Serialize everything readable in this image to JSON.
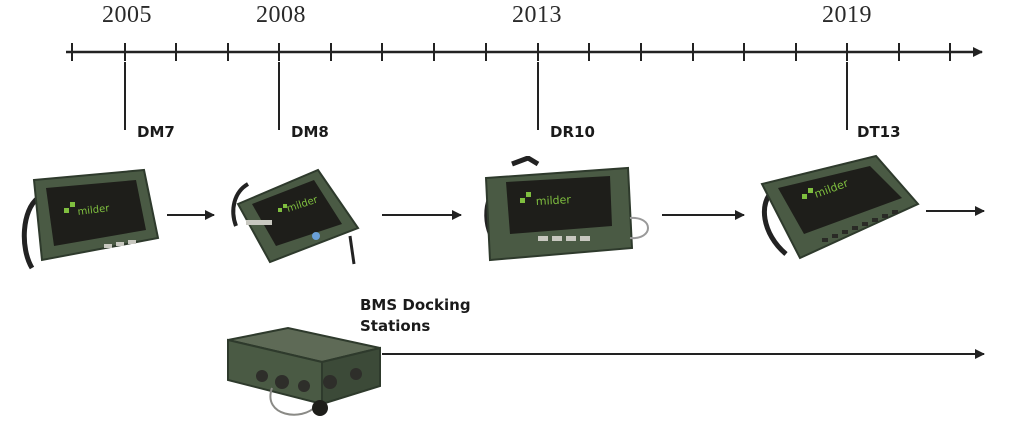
{
  "timeline": {
    "years": [
      "2005",
      "2008",
      "2013",
      "2019"
    ],
    "products": [
      {
        "label": "DM7",
        "icon": "rugged-display-dm7-icon"
      },
      {
        "label": "DM8",
        "icon": "rugged-display-dm8-icon"
      },
      {
        "label": "DR10",
        "icon": "rugged-display-dr10-icon"
      },
      {
        "label": "DT13",
        "icon": "rugged-display-dt13-icon"
      }
    ],
    "screen_brand": "milder",
    "docking": {
      "label_line1": "BMS Docking",
      "label_line2": "Stations",
      "icon": "docking-station-icon"
    }
  },
  "colors": {
    "line": "#222222",
    "chassis": "#4a5a44",
    "chassis_dark": "#2e3a2c",
    "screen": "#1e1e1a",
    "brand_green": "#7fbf3f"
  }
}
